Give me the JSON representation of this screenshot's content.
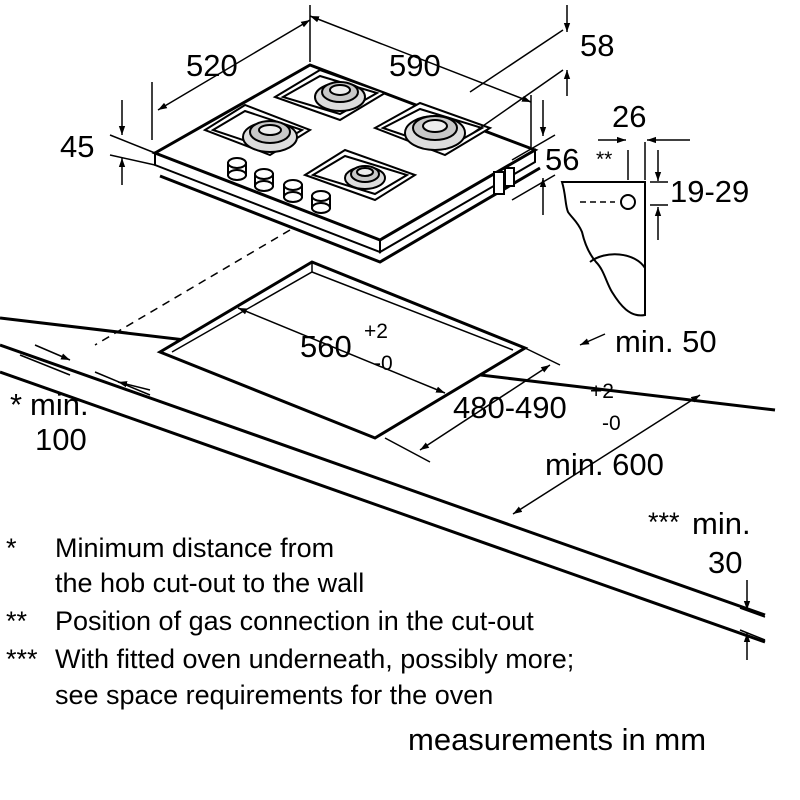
{
  "dimensions": {
    "hob_depth": "520",
    "hob_width": "590",
    "overall_depth": "58",
    "hob_height": "45",
    "underside_height": "56",
    "gas_position_marker": "**",
    "gas_connection_offset": "26",
    "gas_connection_depth": "19-29",
    "cutout_width": "560",
    "cutout_width_tol_plus": "+2",
    "cutout_width_tol_minus": "-0",
    "cutout_depth": "480-490",
    "cutout_depth_tol_plus": "+2",
    "cutout_depth_tol_minus": "-0",
    "min_front_edge": "min. 50",
    "min_wall_marker": "*",
    "min_wall_label": "min.",
    "min_wall_value": "100",
    "min_worktop_depth": "min. 600",
    "min_worktop_thickness_marker": "***",
    "min_worktop_thickness_label": "min.",
    "min_worktop_thickness_value": "30"
  },
  "notes": [
    {
      "marker": "*",
      "lines": [
        "Minimum distance from",
        "the hob cut-out to the wall"
      ]
    },
    {
      "marker": "**",
      "lines": [
        "Position of gas connection in the cut-out"
      ]
    },
    {
      "marker": "***",
      "lines": [
        "With fitted oven underneath, possibly more;",
        "see space requirements for the oven"
      ]
    }
  ],
  "units_note": "measurements in mm"
}
